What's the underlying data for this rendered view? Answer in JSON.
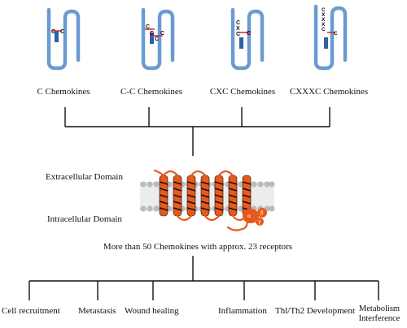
{
  "classes": [
    {
      "label": "C Chemokines",
      "motif": [
        "C",
        "C"
      ]
    },
    {
      "label": "C-C Chemokines",
      "motif": [
        "C",
        "C",
        "C",
        "C"
      ]
    },
    {
      "label": "CXC Chemokines",
      "motif": [
        "C",
        "X",
        "C",
        "C"
      ]
    },
    {
      "label": "CXXXC Chemokines",
      "motif": [
        "C",
        "X",
        "X",
        "X",
        "C",
        "C"
      ]
    }
  ],
  "receptor": {
    "extracellular_label": "Extracellular Domain",
    "intracellular_label": "Intracellular Domain",
    "g_protein_subunits": [
      "α",
      "β",
      "γ"
    ]
  },
  "summary": "More than 50 Chemokines with approx. 23 receptors",
  "functions": [
    "Cell recruitment",
    "Metastasis",
    "Wound healing",
    "Inflammation",
    "Thl/Th2 Development",
    "Metabolism Interference"
  ],
  "colors": {
    "chemokine_fold": "#6a9bd1",
    "chemokine_bar": "#2a64a8",
    "disulfide": "#d8262e",
    "receptor_helix": "#e8591c",
    "helix_stripes": "#111111",
    "membrane_head": "#c9c9c9",
    "g_protein": "#e8591c",
    "lines": "#111111"
  }
}
